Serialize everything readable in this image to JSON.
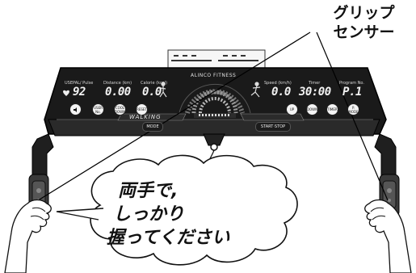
{
  "callout": {
    "line1": "グリップ",
    "line2": "センサー"
  },
  "bubble": {
    "line1": "両手で,",
    "line2": "しっかり",
    "line3": "握ってください"
  },
  "console": {
    "brand": "ALINCO FITNESS",
    "labels": {
      "pulse": "USEPAL/ Pulse",
      "distance": "Distance (km)",
      "calorie": "Calorie (kcal)",
      "speed": "Speed (km/h)",
      "timer": "Timer",
      "program": "Program No."
    },
    "values": {
      "pulse": "92",
      "distance": "0.00",
      "calorie": "0.0",
      "speed": "0.0",
      "timer": "30:00",
      "program": "P.1"
    },
    "buttons": {
      "sound": "",
      "user": "USER No.",
      "cool": "COOL DOWN",
      "reset": "RESET",
      "up": "UP",
      "down": "DOWN",
      "timer_btn": "TIMER",
      "program_btn": "P. MODE",
      "mode": "MODE",
      "start_stop": "START·STOP"
    },
    "mode_banner": "WALKING"
  },
  "icons": {
    "heart": "heart-icon",
    "walker": "walker-icon",
    "runner": "runner-icon",
    "speaker": "speaker-icon"
  }
}
